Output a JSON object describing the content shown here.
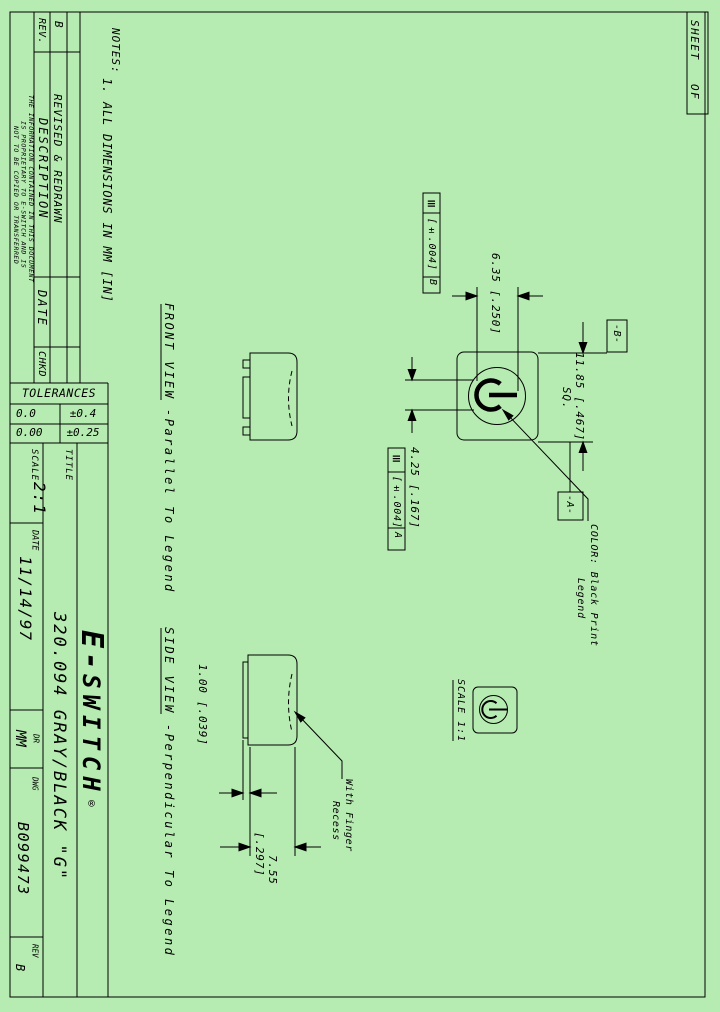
{
  "colors": {
    "paper": "#b6ebb1",
    "line": "#000000"
  },
  "sheet_box": {
    "sheet_label": "SHEET",
    "of_label": "OF"
  },
  "notes": {
    "title": "NOTES:",
    "item1": "1. ALL DIMENSIONS IN MM [IN]"
  },
  "revision_block": {
    "rev_header": "REV.",
    "rev_value": "B",
    "description_header": "DESCRIPTION",
    "description_value": "REVISED & REDRAWN",
    "date_header": "DATE",
    "chkd_header": "CHKD",
    "proprietary_line1": "THE INFORMATION CONTAINED IN THIS DOCUMENT",
    "proprietary_line2": "IS PROPRIETARY TO E-SWITCH AND IS",
    "proprietary_line3": "NOT TO BE COPIED OR TRANSFERRED"
  },
  "tolerances": {
    "title": "TOLERANCES",
    "rows": [
      {
        "precision": "0.0",
        "tolerance": "±0.4"
      },
      {
        "precision": "0.00",
        "tolerance": "±0.25"
      }
    ]
  },
  "title_block": {
    "scale_label": "SCALE",
    "scale_value": "2:1",
    "title_label": "TITLE",
    "date_label": "DATE",
    "date_value": "11/14/97",
    "dr_label": "DR",
    "dr_value": "MM",
    "dwg_label": "DWG",
    "dwg_value": "B099473",
    "rev_label": "REV",
    "rev_value": "B",
    "company_e": "E-",
    "company_rest": "SWITCH",
    "company_reg": "®",
    "part_title": "320.094 GRAY/BLACK \"G\""
  },
  "views": {
    "front": {
      "label": "FRONT VIEW",
      "sublabel": "-Parallel To Legend"
    },
    "side": {
      "label": "SIDE VIEW",
      "sublabel": "-Perpendicular To Legend"
    },
    "actual": {
      "label": "SCALE 1:1"
    }
  },
  "dimensions": {
    "legend_width": "6.35 [.250]",
    "body_square_line1": "11.85 [.467]",
    "body_square_line2": "SQ.",
    "legend_height": "4.25 [.167]",
    "base_thickness": "1.00 [.039]",
    "total_height_line1": "7.55",
    "total_height_line2": "[.297]",
    "datum_b_ref": "-B-",
    "datum_a_ref": "-A-",
    "fcf_b": {
      "symbol": "≡",
      "tolerance": "[±.004]",
      "datum": "B"
    },
    "fcf_a": {
      "symbol": "≡",
      "tolerance": "[±.004]",
      "datum": "A"
    },
    "color_note_line1": "COLOR: Black Print",
    "color_note_line2": "Legend",
    "recess_note_line1": "With Finger",
    "recess_note_line2": "Recess"
  }
}
